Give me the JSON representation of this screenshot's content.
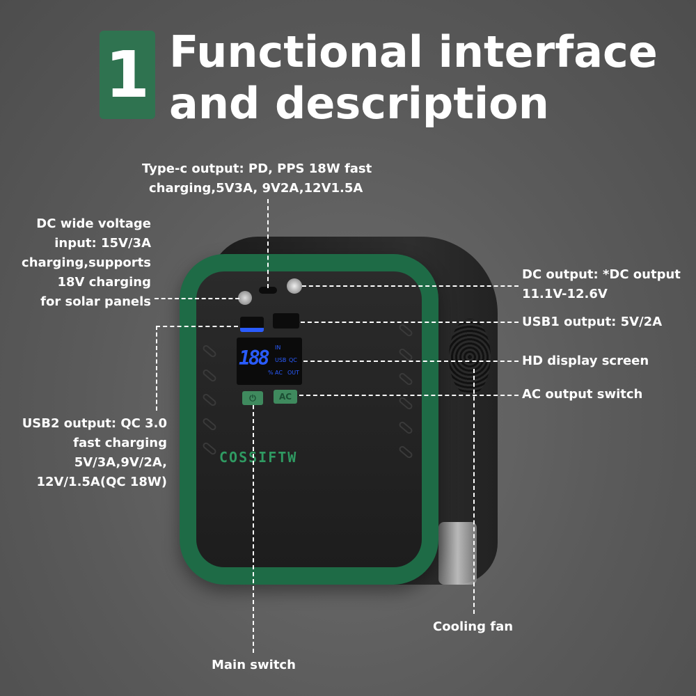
{
  "header": {
    "number": "1",
    "title_line1": "Functional interface",
    "title_line2": "and description"
  },
  "device": {
    "brand": "COSSIFTW",
    "lcd_value": "188",
    "lcd_percent": "%",
    "lcd_in": "IN",
    "lcd_usb": "USB",
    "lcd_qc": "QC",
    "lcd_ac": "AC",
    "lcd_out": "OUT",
    "ac_button": "AC",
    "power_icon": "power-icon"
  },
  "labels": {
    "typec": [
      "Type-c output: PD, PPS 18W fast",
      "charging,5V3A, 9V2A,12V1.5A"
    ],
    "dc_input": [
      "DC wide voltage",
      "input: 15V/3A",
      "charging,supports",
      "18V charging",
      "for solar panels"
    ],
    "usb2": [
      "USB2 output: QC 3.0",
      "fast charging",
      "5V/3A,9V/2A,",
      "12V/1.5A(QC 18W)"
    ],
    "dc_output": [
      "DC output: *DC output",
      "11.1V-12.6V"
    ],
    "usb1": "USB1 output: 5V/2A",
    "hd_display": "HD display screen",
    "ac_switch": "AC output switch",
    "cooling_fan": "Cooling fan",
    "main_switch": "Main switch"
  },
  "colors": {
    "accent": "#2f7350",
    "bezel": "#1e6b46",
    "lcd": "#2a5cff"
  }
}
